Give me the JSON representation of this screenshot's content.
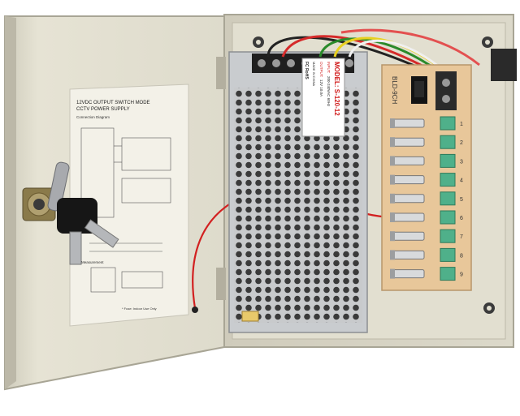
{
  "door_label": {
    "title_line1": "12VDC OUTPUT SWITCH MODE",
    "title_line2": "CCTV POWER SUPPLY",
    "section_connection": "Connection Diagram",
    "section_measurement": "Measurement",
    "fuse_note": "* Fuse: Indoor Use Only"
  },
  "psu_label": {
    "model": "MODEL: S-120-12",
    "input_label": "INPUT:",
    "input_value": "200-240VAC 60Hz",
    "output_label": "OUTPUT:",
    "output_value": "12V 10.0A",
    "origin": "MADE IN CHINA",
    "cert": "FC RoHS"
  },
  "board": {
    "name": "BLD-9CH",
    "channels": [
      "1",
      "2",
      "3",
      "4",
      "5",
      "6",
      "7",
      "8",
      "9"
    ]
  },
  "colors": {
    "enclosure": "#d9d6c6",
    "door": "#e4e1d2",
    "psu_mesh": "#b9bcbf",
    "pcb": "#e8c79a",
    "terminal_green": "#4fb08a",
    "wire_red": "#d22020"
  }
}
